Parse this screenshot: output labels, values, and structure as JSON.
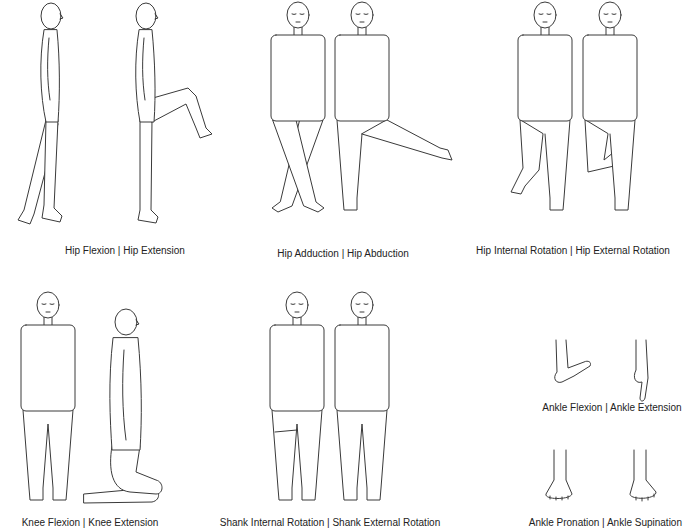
{
  "diagram": {
    "labels": [
      "Hip Flexion | Hip Extension",
      "Hip Adduction | Hip Abduction",
      "Hip Internal Rotation | Hip External Rotation",
      "Knee Flexion | Knee Extension",
      "Shank Internal Rotation | Shank External Rotation",
      "Ankle Flexion | Ankle Extension",
      "Ankle Pronation | Ankle Supination"
    ]
  }
}
